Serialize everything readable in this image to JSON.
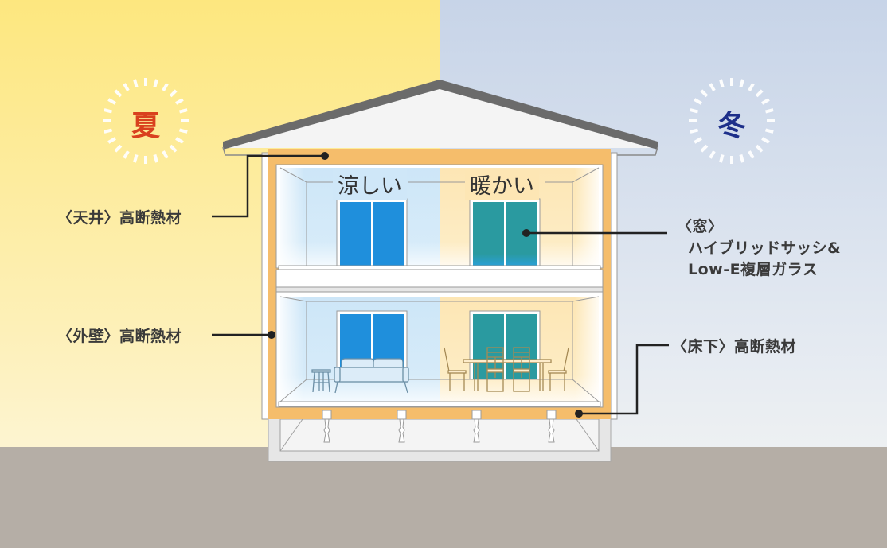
{
  "seasons": {
    "summer": {
      "label": "夏",
      "color": "#d9411e"
    },
    "winter": {
      "label": "冬",
      "color": "#1d2f8a"
    }
  },
  "rooms": {
    "cool_label": "涼しい",
    "warm_label": "暖かい"
  },
  "callouts": [
    {
      "id": "ceiling",
      "label": "〈天井〉高断熱材"
    },
    {
      "id": "wall",
      "label": "〈外壁〉高断熱材"
    },
    {
      "id": "window",
      "line1": "〈窓〉",
      "line2": "ハイブリッドサッシ&",
      "line3": "Low-E複層ガラス"
    },
    {
      "id": "underfloor",
      "label": "〈床下〉高断熱材"
    }
  ],
  "colors": {
    "summer_sky": "#fde98a",
    "winter_sky": "#c9d6e8",
    "ground": "#b5aea6",
    "roof": "#6b6b6b",
    "insulation": "#f5bd6b",
    "cool_window": "#1f8fdc",
    "warm_window": "#2a9aa0",
    "cool_room": "#cfe7f8",
    "warm_room": "#fde8b8",
    "leader_line": "#222222"
  }
}
